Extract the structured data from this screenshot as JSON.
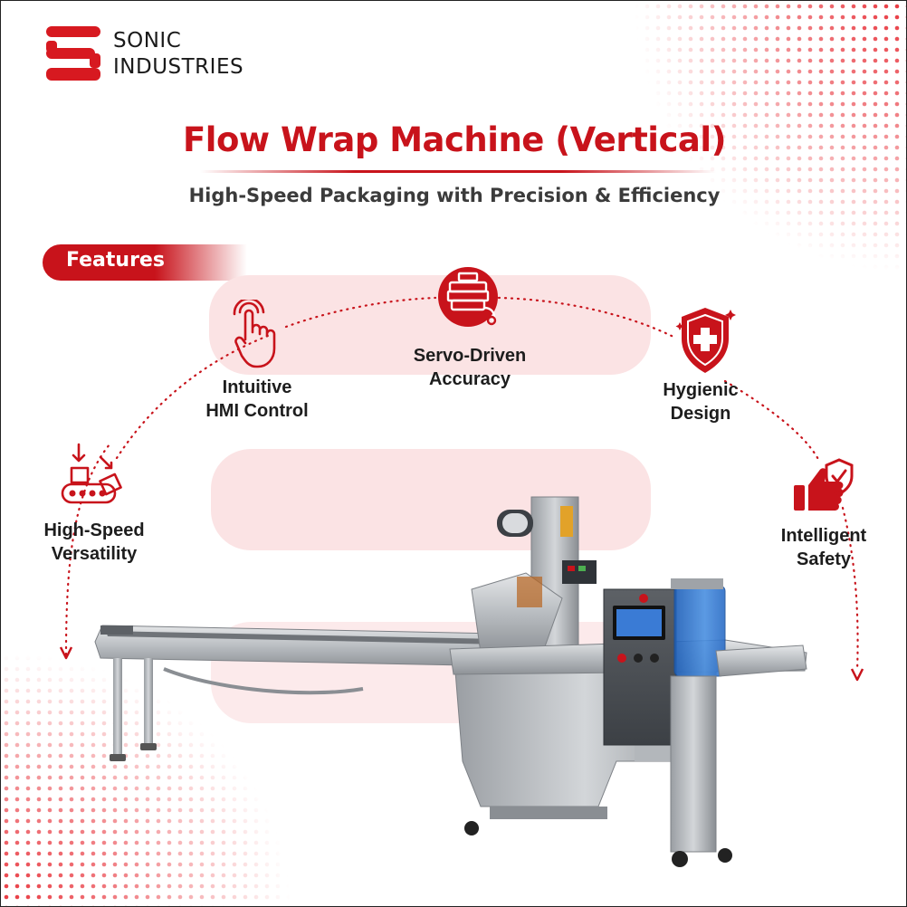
{
  "brand": {
    "line1": "SONIC",
    "line2": "INDUSTRIES",
    "color": "#d71920"
  },
  "title": "Flow Wrap Machine (Vertical)",
  "subtitle": "High-Speed Packaging with Precision & Efficiency",
  "features_label": "Features",
  "features": [
    {
      "line1": "High-Speed",
      "line2": "Versatility",
      "icon": "conveyor-icon"
    },
    {
      "line1": "Intuitive",
      "line2": "HMI Control",
      "icon": "touch-icon"
    },
    {
      "line1": "Servo-Driven",
      "line2": "Accuracy",
      "icon": "servo-motor-icon"
    },
    {
      "line1": "Hygienic",
      "line2": "Design",
      "icon": "shield-cross-icon"
    },
    {
      "line1": "Intelligent",
      "line2": "Safety",
      "icon": "thumbs-up-shield-icon"
    }
  ],
  "colors": {
    "accent": "#c8131b",
    "blob": "#fbe3e4",
    "text": "#1d1d1d"
  }
}
